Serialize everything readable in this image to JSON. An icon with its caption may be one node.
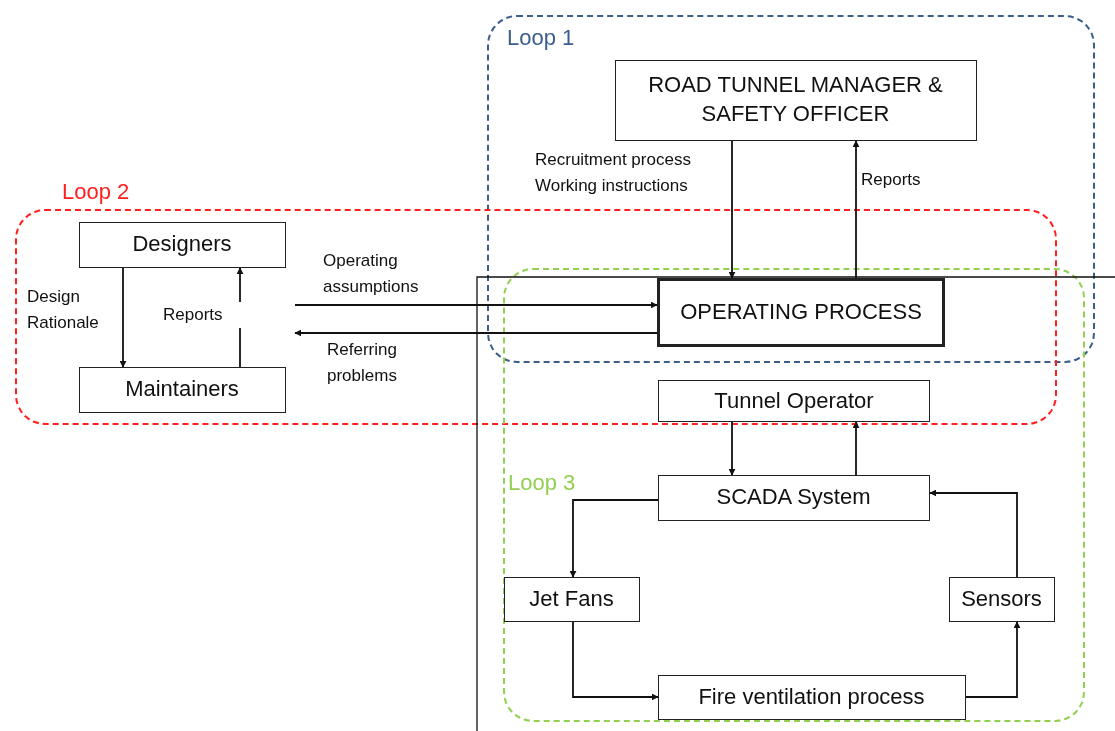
{
  "diagram": {
    "nodes": [
      {
        "text": [
          "Loop 1"
        ]
      },
      {
        "text": [
          "Loop 2"
        ]
      },
      {
        "text": [
          "Loop 3"
        ]
      },
      {
        "text": [
          "ROAD TUNNEL MANAGER & SAFETY OFFICER"
        ],
        "in": 0
      },
      {
        "text": [
          "Designers"
        ],
        "in": 1
      },
      {
        "text": [
          "Maintainers"
        ],
        "in": 1
      },
      {
        "text": [
          "OPERATING PROCESS"
        ]
      },
      {
        "text": [
          "Tunnel Operator"
        ]
      },
      {
        "text": [
          "SCADA System"
        ],
        "in": 2
      },
      {
        "text": [
          "Jet Fans"
        ],
        "in": 2
      },
      {
        "text": [
          "Sensors"
        ],
        "in": 2
      },
      {
        "text": [
          "Fire ventilation process"
        ],
        "in": 2
      }
    ],
    "edges": [
      {
        "from": 3,
        "to": 6,
        "arrow": "to",
        "label": "Recruitment process Working instructions"
      },
      {
        "from": 6,
        "to": 3,
        "arrow": "to",
        "label": "Reports"
      },
      {
        "from": 4,
        "to": 5,
        "arrow": "to",
        "label": "Design Rationale"
      },
      {
        "from": 5,
        "to": 4,
        "arrow": "to",
        "label": "Reports"
      },
      {
        "from": null,
        "to": 6,
        "arrow": "to",
        "label": "Operating assumptions"
      },
      {
        "from": 6,
        "to": null,
        "arrow": "to",
        "label": "Referring problems"
      },
      {
        "from": 7,
        "to": 8,
        "arrow": "to"
      },
      {
        "from": 8,
        "to": 7,
        "arrow": "to"
      },
      {
        "from": 8,
        "to": 9,
        "arrow": "to"
      },
      {
        "from": 9,
        "to": 11,
        "arrow": "to"
      },
      {
        "from": 11,
        "to": 10,
        "arrow": "to"
      },
      {
        "from": 10,
        "to": 8,
        "arrow": "to"
      }
    ]
  }
}
